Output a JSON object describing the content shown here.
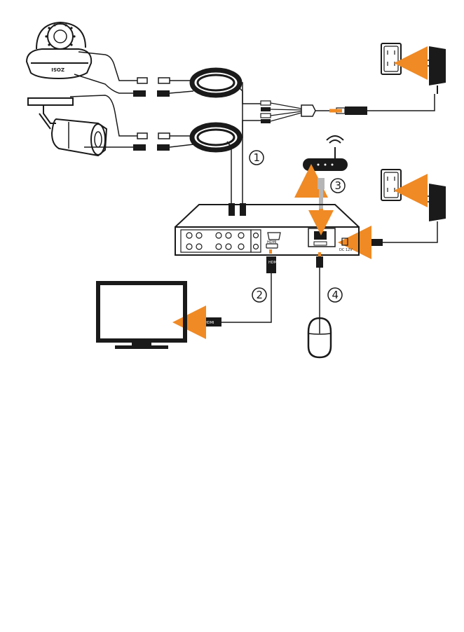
{
  "brand": "ZOSI",
  "steps": [
    {
      "number": "1"
    },
    {
      "number": "2"
    },
    {
      "number": "3"
    },
    {
      "number": "4"
    }
  ],
  "connectors": {
    "hdmi": "HDMI",
    "dc_in": "DC 12V"
  },
  "colors": {
    "arrow": "#f08a24",
    "line": "#1a1a1a",
    "cable_grey": "#b5b5b5"
  },
  "icons": {
    "dome_camera": "dome-camera-icon",
    "bullet_camera": "bullet-camera-icon",
    "wall_outlet": "wall-outlet-icon",
    "power_adapter": "power-adapter-icon",
    "router": "wifi-router-icon",
    "dvr": "dvr-recorder-icon",
    "monitor": "monitor-icon",
    "mouse": "mouse-icon"
  }
}
